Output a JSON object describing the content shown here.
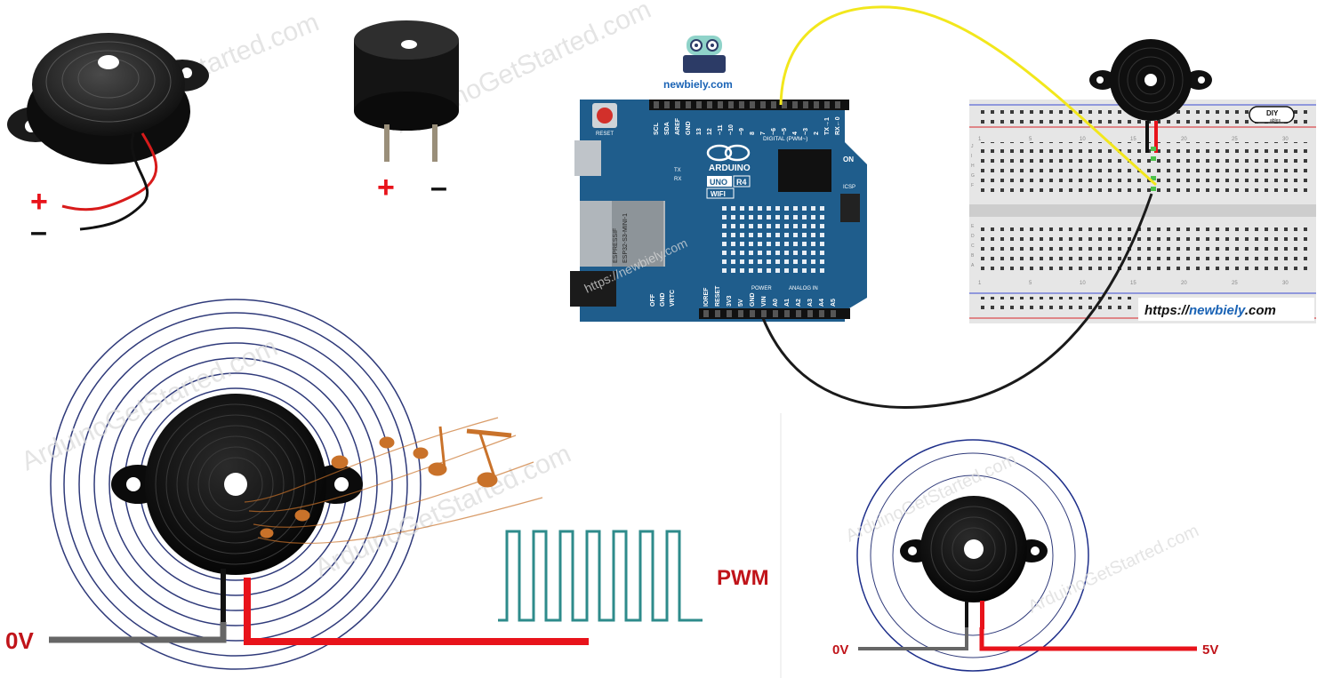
{
  "colors": {
    "board_blue": "#1f5d8c",
    "wire_red": "#e8131b",
    "wire_black": "#1a1a1a",
    "wire_yellow": "#f2e71c",
    "wire_gray": "#666666",
    "pwm_teal": "#2e8b8b",
    "note_brown": "#c9722a",
    "ring_navy": "#2f3a7a",
    "label_red": "#c0141a",
    "brand_blue": "#1a63b5"
  },
  "watermark": "ArduinoGetStarted.com",
  "polarity": {
    "plus": "+",
    "minus": "–"
  },
  "brand": {
    "name": "newbiely.com",
    "url_prefix": "https://",
    "url_name": "newbiely",
    "url_suffix": ".com"
  },
  "diy_badge": {
    "line1": "DIY",
    "line2": "ables"
  },
  "board": {
    "logo_text": "ARDUINO",
    "model": "UNO",
    "revision": "R4",
    "variant": "WIFI",
    "on_label": "ON",
    "reset_label": "RESET",
    "tx_label": "TX",
    "rx_label": "RX",
    "icsp_label": "ICSP",
    "module_line1": "ESPRESSIF",
    "module_line2": "ESP32-S3-MINI-1",
    "digital_header": "DIGITAL (PWM~)",
    "power_header": "POWER",
    "analog_header": "ANALOG IN",
    "top_pins": [
      "SCL",
      "SDA",
      "AREF",
      "GND",
      "13",
      "12",
      "~11",
      "~10",
      "~9",
      "8",
      "7",
      "~6",
      "~5",
      "4",
      "~3",
      "2",
      "TX→1",
      "RX←0"
    ],
    "bottom_left": [
      "OFF",
      "GND",
      "VRTC"
    ],
    "bottom_pins": [
      "IOREF",
      "RESET",
      "3V3",
      "5V",
      "GND",
      "VIN",
      "A0",
      "A1",
      "A2",
      "A3",
      "A4",
      "A5"
    ],
    "board_url": "https://newbiely.com"
  },
  "breadboard": {
    "col_numbers": [
      "1",
      "5",
      "10",
      "15",
      "20",
      "25",
      "30"
    ],
    "row_letters": [
      "J",
      "I",
      "H",
      "G",
      "F",
      "E",
      "D",
      "C",
      "B",
      "A"
    ]
  },
  "diagram": {
    "pwm_label": "PWM",
    "zero_v_left": "0V",
    "zero_v_right": "0V",
    "five_v": "5V"
  }
}
